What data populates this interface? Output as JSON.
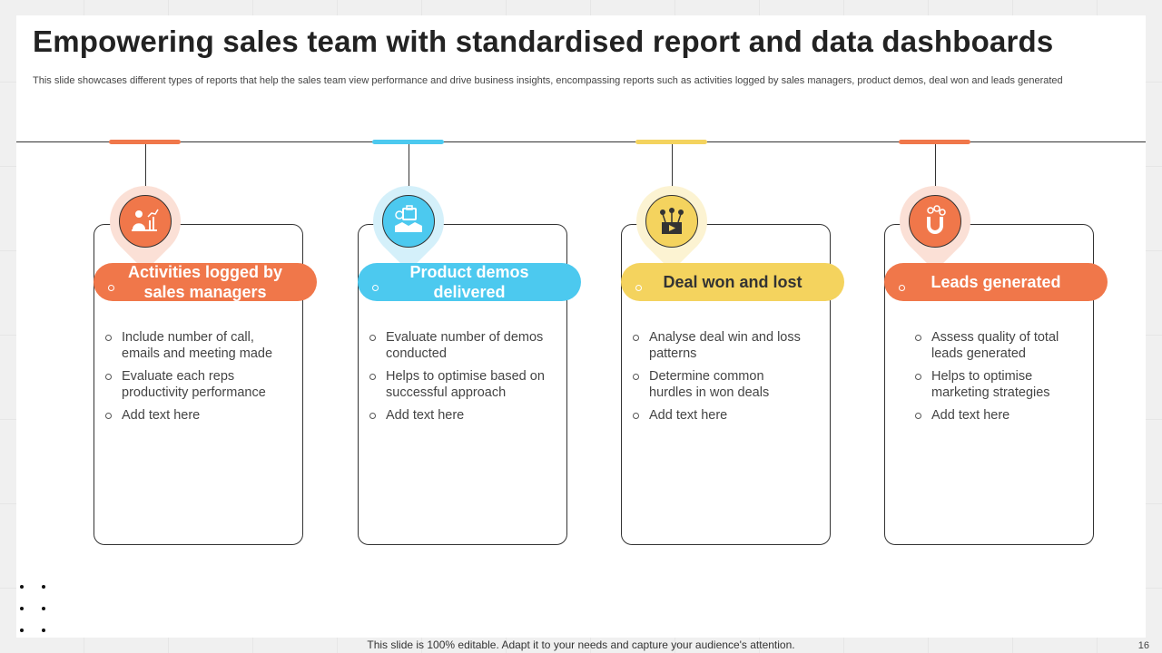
{
  "slide": {
    "title": "Empowering sales team with standardised report and data dashboards",
    "subtitle": "This slide showcases different types of reports that help the sales team view performance and drive business insights, encompassing reports such as activities logged by sales managers, product demos, deal won and leads generated",
    "footer": "This slide is 100% editable. Adapt it to your needs and capture your audience's attention.",
    "page_number": "16"
  },
  "cards": [
    {
      "heading": "Activities logged by sales managers",
      "color": "#f0774a",
      "halo": "#fbe0d6",
      "icon": "presenter-chart-icon",
      "bullets": [
        "Include number of call, emails and meeting made",
        "Evaluate each reps productivity performance",
        "Add text here"
      ]
    },
    {
      "heading": "Product demos delivered",
      "color": "#4cc9ef",
      "halo": "#d4f0fa",
      "icon": "briefcase-handshake-icon",
      "bullets": [
        "Evaluate number of demos conducted",
        "Helps to optimise based on successful approach",
        "Add text here"
      ]
    },
    {
      "heading": "Deal won and lost",
      "color": "#f4d35e",
      "halo": "#fcf3d2",
      "icon": "deal-box-icon",
      "bullets": [
        "Analyse deal win and loss patterns",
        "Determine common hurdles in won deals",
        "Add text here"
      ]
    },
    {
      "heading": "Leads generated",
      "color": "#f0774a",
      "halo": "#fbe0d6",
      "icon": "magnet-leads-icon",
      "bullets": [
        "Assess quality of total leads generated",
        "Helps to optimise marketing strategies",
        "Add text here"
      ]
    }
  ]
}
